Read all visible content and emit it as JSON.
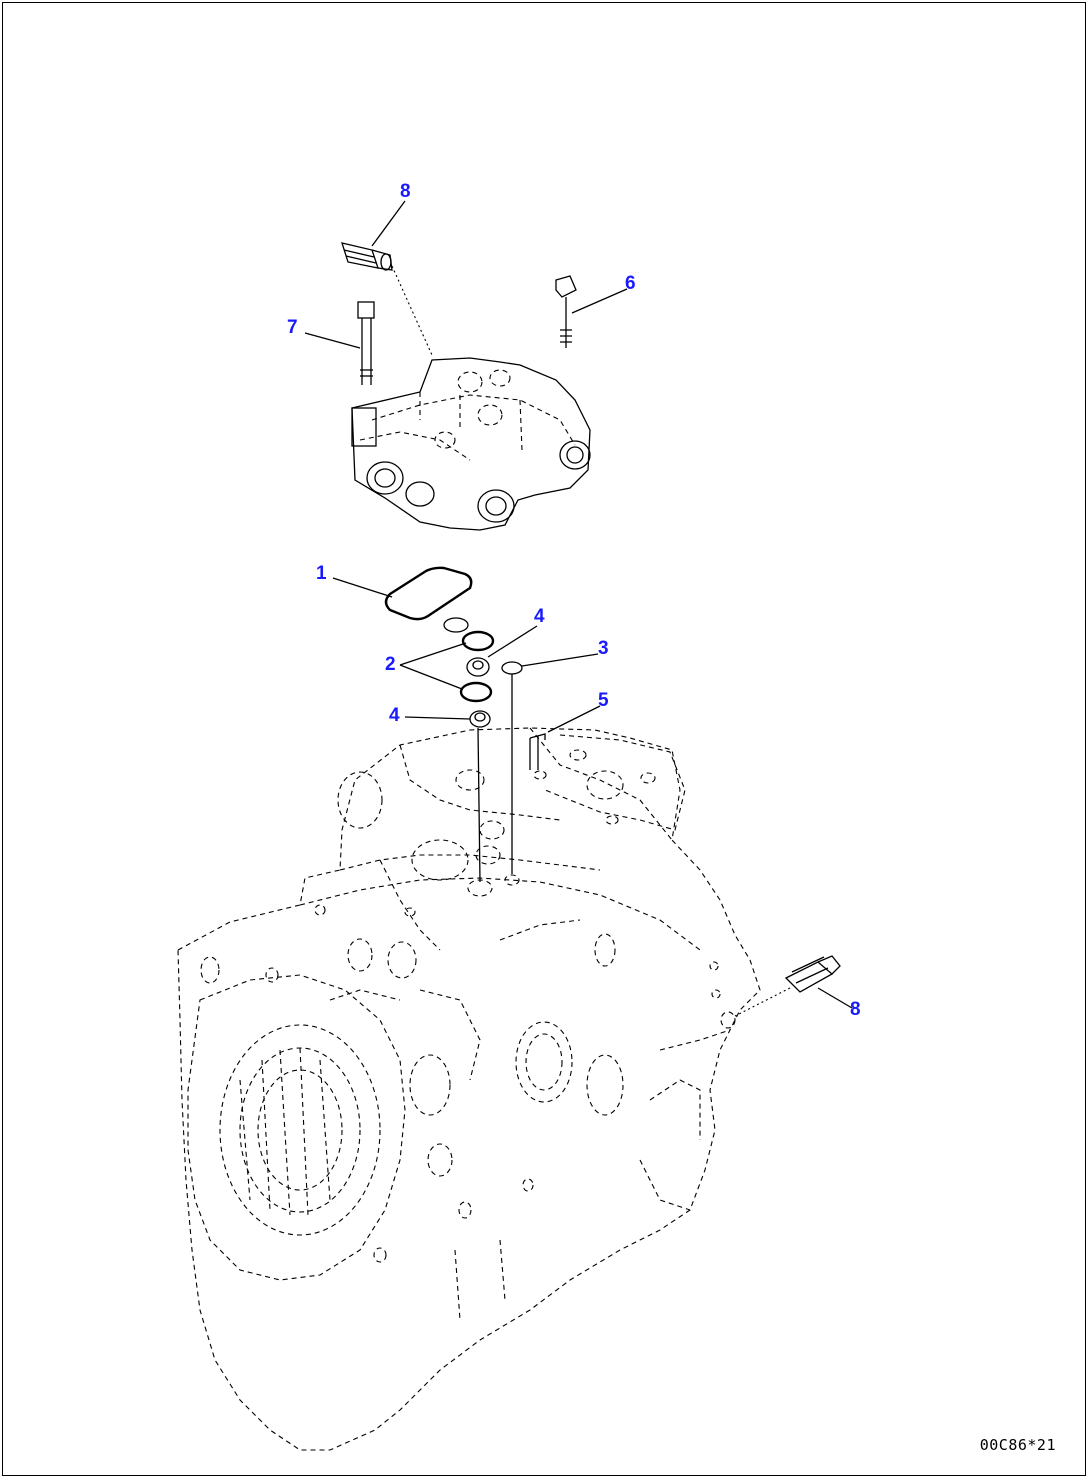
{
  "callouts": [
    {
      "id": "c8a",
      "text": "8"
    },
    {
      "id": "c6",
      "text": "6"
    },
    {
      "id": "c7",
      "text": "7"
    },
    {
      "id": "c1",
      "text": "1"
    },
    {
      "id": "c4a",
      "text": "4"
    },
    {
      "id": "c2",
      "text": "2"
    },
    {
      "id": "c3",
      "text": "3"
    },
    {
      "id": "c4b",
      "text": "4"
    },
    {
      "id": "c5",
      "text": "5"
    },
    {
      "id": "c8b",
      "text": "8"
    }
  ],
  "drawing_code": "00C86*21",
  "colors": {
    "callout": "#1a1aff",
    "line": "#000000"
  }
}
